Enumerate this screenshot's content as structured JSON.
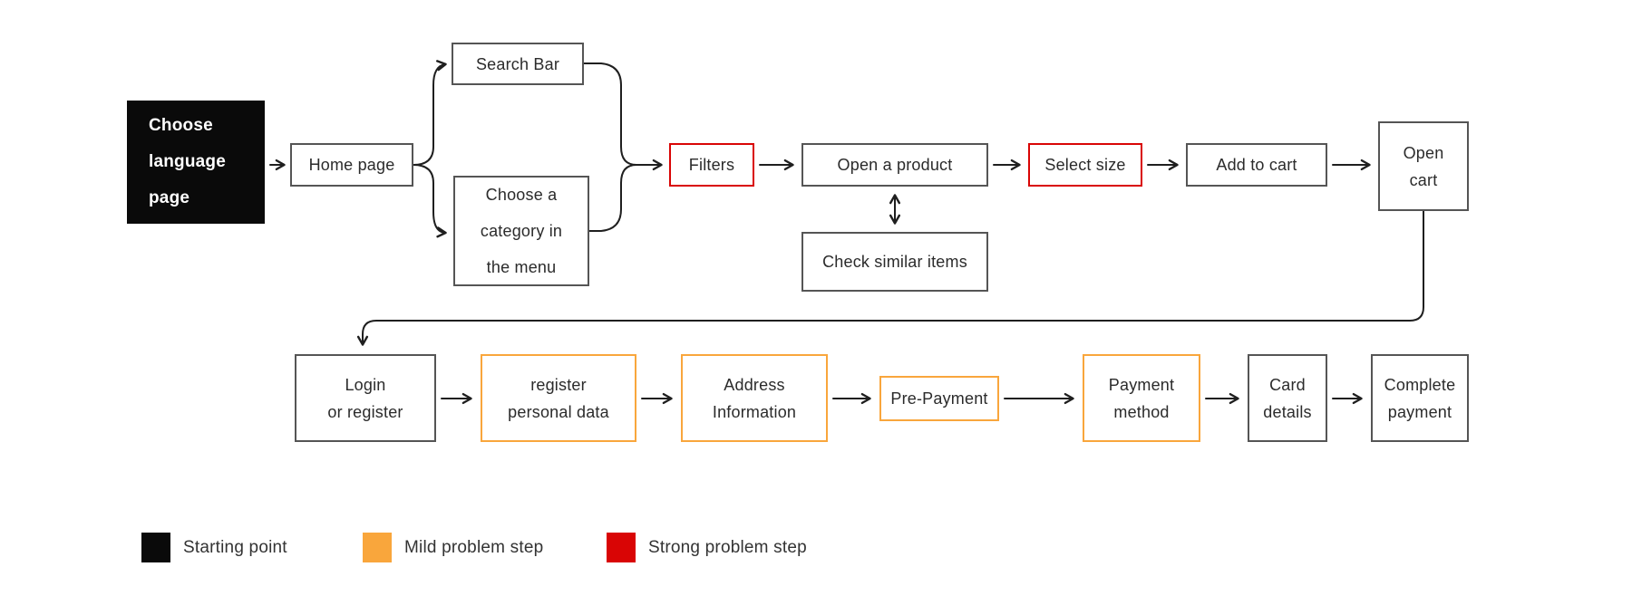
{
  "colors": {
    "background": "#ffffff",
    "start_fill": "#0a0a0a",
    "mild_orange": "#f9a63c",
    "strong_red": "#d90505",
    "box_border": "#555555",
    "arrow": "#1f1f1f",
    "text": "#2b2b2b",
    "start_text": "#ffffff"
  },
  "nodes": [
    {
      "id": "choose-language-page",
      "type": "start",
      "label": "Choose language page",
      "lines": [
        "Choose",
        "language",
        "page"
      ]
    },
    {
      "id": "home-page",
      "type": "normal",
      "label": "Home page",
      "lines": [
        "Home page"
      ]
    },
    {
      "id": "search-bar",
      "type": "normal",
      "label": "Search Bar",
      "lines": [
        "Search Bar"
      ]
    },
    {
      "id": "choose-category",
      "type": "normal",
      "label": "Choose a category in the menu",
      "lines": [
        "Choose a",
        "category in",
        "the menu"
      ]
    },
    {
      "id": "filters",
      "type": "strong",
      "label": "Filters",
      "lines": [
        "Filters"
      ]
    },
    {
      "id": "open-product",
      "type": "normal",
      "label": "Open a product",
      "lines": [
        "Open a product"
      ]
    },
    {
      "id": "check-similar-items",
      "type": "normal",
      "label": "Check similar items",
      "lines": [
        "Check similar items"
      ]
    },
    {
      "id": "select-size",
      "type": "strong",
      "label": "Select size",
      "lines": [
        "Select size"
      ]
    },
    {
      "id": "add-to-cart",
      "type": "normal",
      "label": "Add to cart",
      "lines": [
        "Add to cart"
      ]
    },
    {
      "id": "open-cart",
      "type": "normal",
      "label": "Open cart",
      "lines": [
        "Open",
        "cart"
      ]
    },
    {
      "id": "login-or-register",
      "type": "normal",
      "label": "Login or register",
      "lines": [
        "Login",
        "or register"
      ]
    },
    {
      "id": "register-personal-data",
      "type": "mild",
      "label": "register personal data",
      "lines": [
        "register",
        "personal data"
      ]
    },
    {
      "id": "address-information",
      "type": "mild",
      "label": "Address Information",
      "lines": [
        "Address",
        "Information"
      ]
    },
    {
      "id": "pre-payment",
      "type": "mild",
      "label": "Pre-Payment",
      "lines": [
        "Pre-Payment"
      ]
    },
    {
      "id": "payment-method",
      "type": "mild",
      "label": "Payment method",
      "lines": [
        "Payment",
        "method"
      ]
    },
    {
      "id": "card-details",
      "type": "normal",
      "label": "Card details",
      "lines": [
        "Card",
        "details"
      ]
    },
    {
      "id": "complete-payment",
      "type": "normal",
      "label": "Complete payment",
      "lines": [
        "Complete",
        "payment"
      ]
    }
  ],
  "edges": [
    {
      "from": "choose-language-page",
      "to": "home-page",
      "style": "arrow"
    },
    {
      "from": "home-page",
      "to": "search-bar",
      "style": "branch-arrow"
    },
    {
      "from": "home-page",
      "to": "choose-category",
      "style": "branch-arrow"
    },
    {
      "from": "search-bar",
      "to": "filters",
      "style": "merge-arrow"
    },
    {
      "from": "choose-category",
      "to": "filters",
      "style": "merge-arrow"
    },
    {
      "from": "filters",
      "to": "open-product",
      "style": "arrow"
    },
    {
      "from": "open-product",
      "to": "check-similar-items",
      "style": "double-arrow"
    },
    {
      "from": "open-product",
      "to": "select-size",
      "style": "arrow"
    },
    {
      "from": "select-size",
      "to": "add-to-cart",
      "style": "arrow"
    },
    {
      "from": "add-to-cart",
      "to": "open-cart",
      "style": "arrow"
    },
    {
      "from": "open-cart",
      "to": "login-or-register",
      "style": "elbow-arrow"
    },
    {
      "from": "login-or-register",
      "to": "register-personal-data",
      "style": "arrow"
    },
    {
      "from": "register-personal-data",
      "to": "address-information",
      "style": "arrow"
    },
    {
      "from": "address-information",
      "to": "pre-payment",
      "style": "arrow"
    },
    {
      "from": "pre-payment",
      "to": "payment-method",
      "style": "arrow"
    },
    {
      "from": "payment-method",
      "to": "card-details",
      "style": "arrow"
    },
    {
      "from": "card-details",
      "to": "complete-payment",
      "style": "arrow"
    }
  ],
  "legend": {
    "items": [
      {
        "label": "Starting point",
        "type": "start"
      },
      {
        "label": "Mild problem step",
        "type": "mild"
      },
      {
        "label": "Strong problem step",
        "type": "strong"
      }
    ]
  }
}
